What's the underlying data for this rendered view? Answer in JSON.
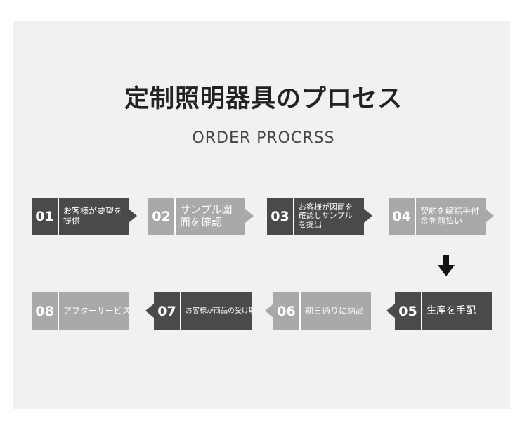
{
  "header": {
    "title": "定制照明器具のプロセス",
    "subtitle": "ORDER PROCRSS"
  },
  "steps": [
    {
      "num": "01",
      "label": "お客様が要望を提供"
    },
    {
      "num": "02",
      "label": "サンプル図面を確認"
    },
    {
      "num": "03",
      "label": "お客様が図面を確認しサンプルを提出"
    },
    {
      "num": "04",
      "label": "契約を締結手付金を前払い"
    },
    {
      "num": "05",
      "label": "生産を手配"
    },
    {
      "num": "06",
      "label": "期日通りに納品"
    },
    {
      "num": "07",
      "label": "お客様が商品の受け取り"
    },
    {
      "num": "08",
      "label": "アフターサービス"
    }
  ],
  "colors": {
    "panel": "#f1f1f1",
    "dark": "#4a4a4a",
    "light": "#a9a9a9",
    "title": "#222222"
  },
  "icons": {
    "down_arrow": "arrow-down-icon"
  }
}
